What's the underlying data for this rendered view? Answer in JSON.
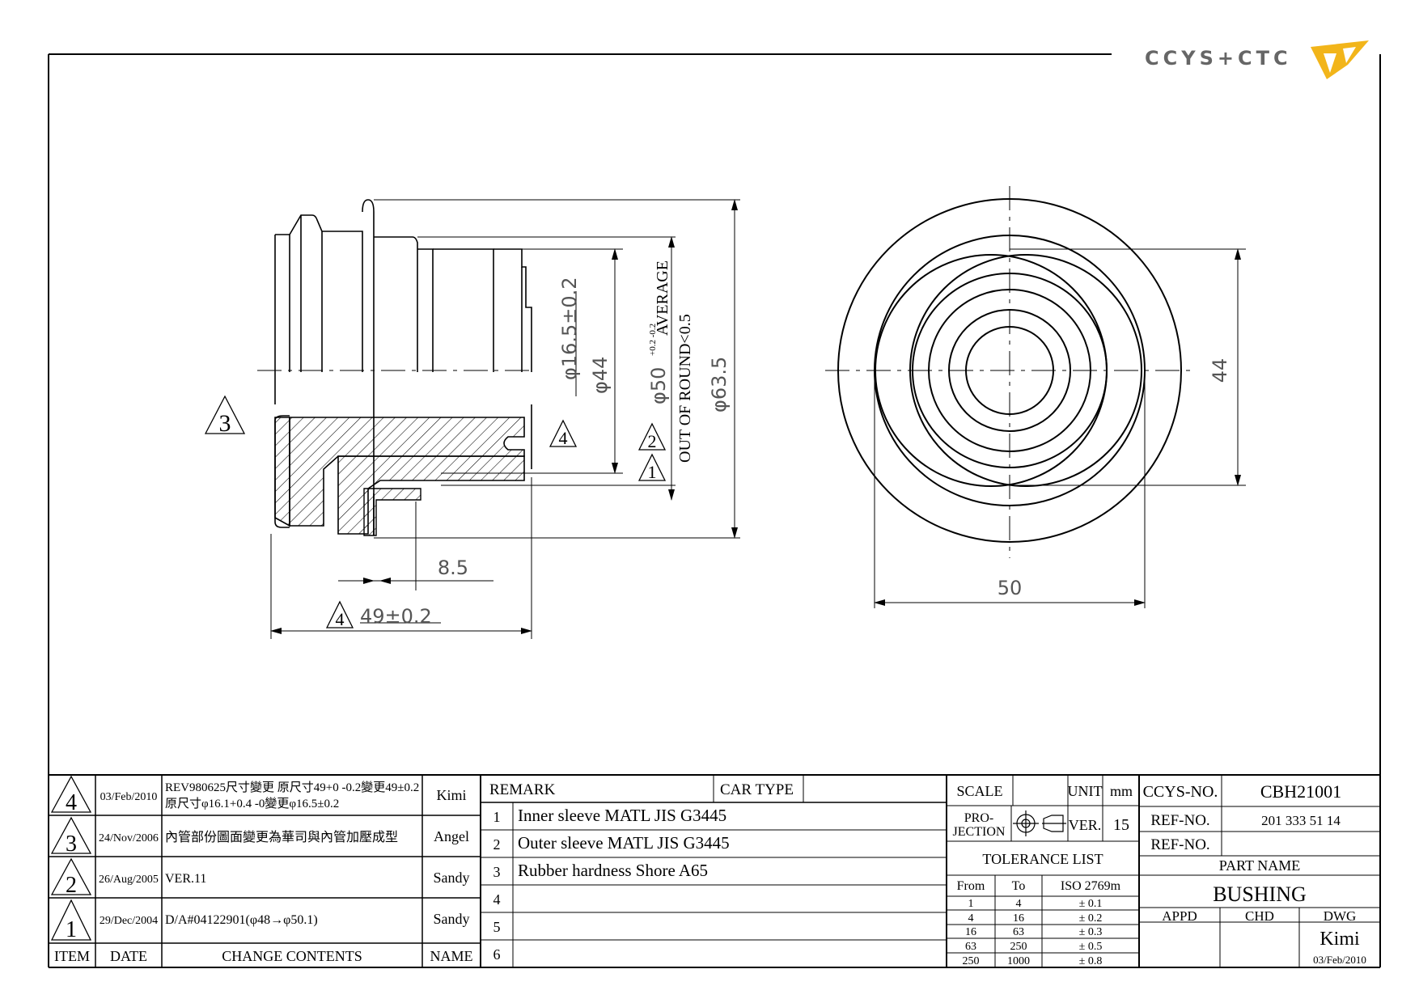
{
  "logo": {
    "text": "CCYS+CTC"
  },
  "dimensions": {
    "overall_length": "49±0.2",
    "flange_offset": "8.5",
    "bore_diameter": "φ16.5±0.2",
    "inner_diameter": "φ44",
    "average_diameter": "φ50",
    "average_tolerance": "+0.2 -0.2",
    "average_label": "AVERAGE",
    "out_of_round": "OUT OF ROUND<0.5",
    "flange_diameter": "φ63.5",
    "end_view_height": "44",
    "end_view_width": "50"
  },
  "revision_markers": {
    "m1": "1",
    "m2": "2",
    "m3": "3",
    "m4": "4"
  },
  "revisions": [
    {
      "item": "4",
      "date": "03/Feb/2010",
      "content_line1": "REV980625尺寸變更 原尺寸49+0 -0.2變更49±0.2",
      "content_line2": "原尺寸φ16.1+0.4 -0變更φ16.5±0.2",
      "name": "Kimi"
    },
    {
      "item": "3",
      "date": "24/Nov/2006",
      "content_line1": "內管部份圖面變更為華司與內管加壓成型",
      "content_line2": "",
      "name": "Angel"
    },
    {
      "item": "2",
      "date": "26/Aug/2005",
      "content_line1": "VER.11",
      "content_line2": "",
      "name": "Sandy"
    },
    {
      "item": "1",
      "date": "29/Dec/2004",
      "content_line1": "D/A#04122901(φ48→φ50.1)",
      "content_line2": "",
      "name": "Sandy"
    }
  ],
  "revision_headers": {
    "item": "ITEM",
    "date": "DATE",
    "contents": "CHANGE CONTENTS",
    "name": "NAME"
  },
  "remarks": {
    "header": "REMARK",
    "car_type": "CAR TYPE",
    "rows": [
      {
        "no": "1",
        "text": "Inner sleeve MATL JIS G3445"
      },
      {
        "no": "2",
        "text": "Outer sleeve MATL JIS G3445"
      },
      {
        "no": "3",
        "text": "Rubber hardness Shore A65"
      },
      {
        "no": "4",
        "text": ""
      },
      {
        "no": "5",
        "text": ""
      },
      {
        "no": "6",
        "text": ""
      }
    ]
  },
  "scale_block": {
    "scale_label": "SCALE",
    "unit_label": "UNIT",
    "unit_value": "mm",
    "projection_label1": "PRO-",
    "projection_label2": "JECTION",
    "ver_label": "VER.",
    "ver_value": "15"
  },
  "tolerance": {
    "title": "TOLERANCE LIST",
    "headers": {
      "from": "From",
      "to": "To",
      "iso": "ISO 2769m"
    },
    "rows": [
      {
        "from": "1",
        "to": "4",
        "tol": "± 0.1"
      },
      {
        "from": "4",
        "to": "16",
        "tol": "± 0.2"
      },
      {
        "from": "16",
        "to": "63",
        "tol": "± 0.3"
      },
      {
        "from": "63",
        "to": "250",
        "tol": "± 0.5"
      },
      {
        "from": "250",
        "to": "1000",
        "tol": "± 0.8"
      }
    ]
  },
  "title_block": {
    "ccys_label": "CCYS-NO.",
    "ccys_value": "CBH21001",
    "ref1_label": "REF-NO.",
    "ref1_value": "201 333 51 14",
    "ref2_label": "REF-NO.",
    "ref2_value": "",
    "part_name_label": "PART NAME",
    "part_name": "BUSHING",
    "appd": "APPD",
    "chd": "CHD",
    "dwg": "DWG",
    "drawer": "Kimi",
    "date": "03/Feb/2010"
  }
}
